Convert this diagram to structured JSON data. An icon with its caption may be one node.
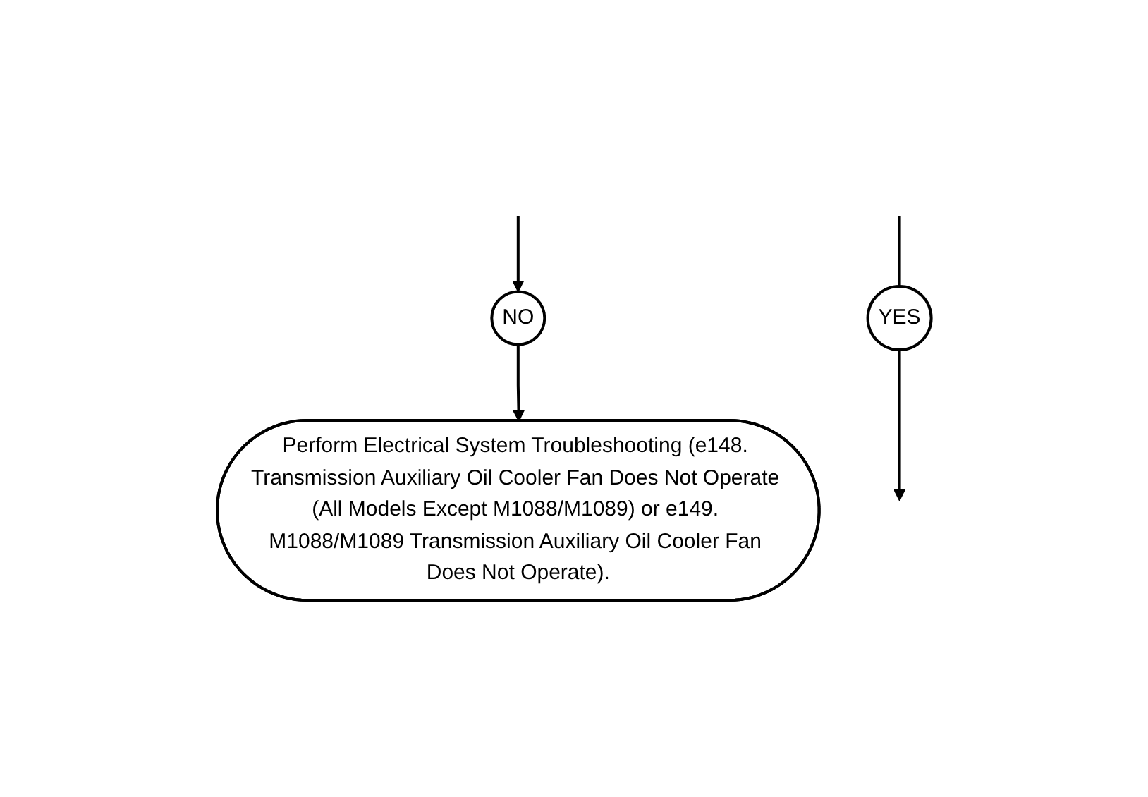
{
  "diagram": {
    "nodes": [
      {
        "text": [
          "NO"
        ]
      },
      {
        "text": [
          "YES"
        ]
      },
      {
        "text": [
          "Perform Electrical System Troubleshooting (e148. Transmission Auxiliary Oil Cooler Fan Does Not Operate (All Models Except M1088/M1089) or e149. M1088/M1089 Transmission Auxiliary Oil Cooler Fan Does Not Operate)."
        ]
      }
    ],
    "edges": [
      {
        "from": null,
        "to": 0,
        "arrow": "to"
      },
      {
        "from": 0,
        "to": 2,
        "arrow": "to"
      },
      {
        "from": null,
        "to": 1,
        "arrow": "none"
      },
      {
        "from": 1,
        "to": null,
        "arrow": "to"
      }
    ]
  }
}
